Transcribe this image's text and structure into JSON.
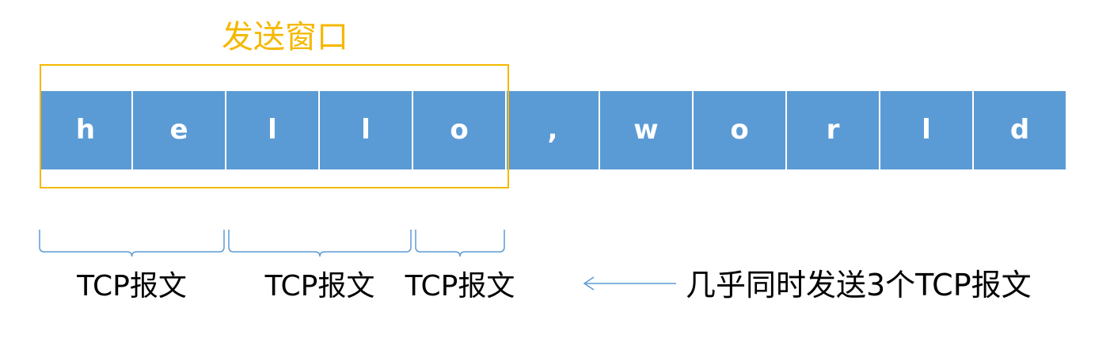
{
  "window_title": "发送窗口",
  "bytes": [
    "h",
    "e",
    "l",
    "l",
    "o",
    ",",
    "w",
    "o",
    "r",
    "l",
    "d"
  ],
  "segments": [
    {
      "label": "TCP报文",
      "bytes": 2
    },
    {
      "label": "TCP报文",
      "bytes": 2
    },
    {
      "label": "TCP报文",
      "bytes": 1
    }
  ],
  "window_size_bytes": 5,
  "note": "几乎同时发送3个TCP报文",
  "colors": {
    "byte_fill": "#5b9bd5",
    "byte_text": "#ffffff",
    "window": "#f5b800",
    "brace": "#5b9bd5",
    "arrow": "#5b9bd5",
    "label_text": "#000000"
  }
}
